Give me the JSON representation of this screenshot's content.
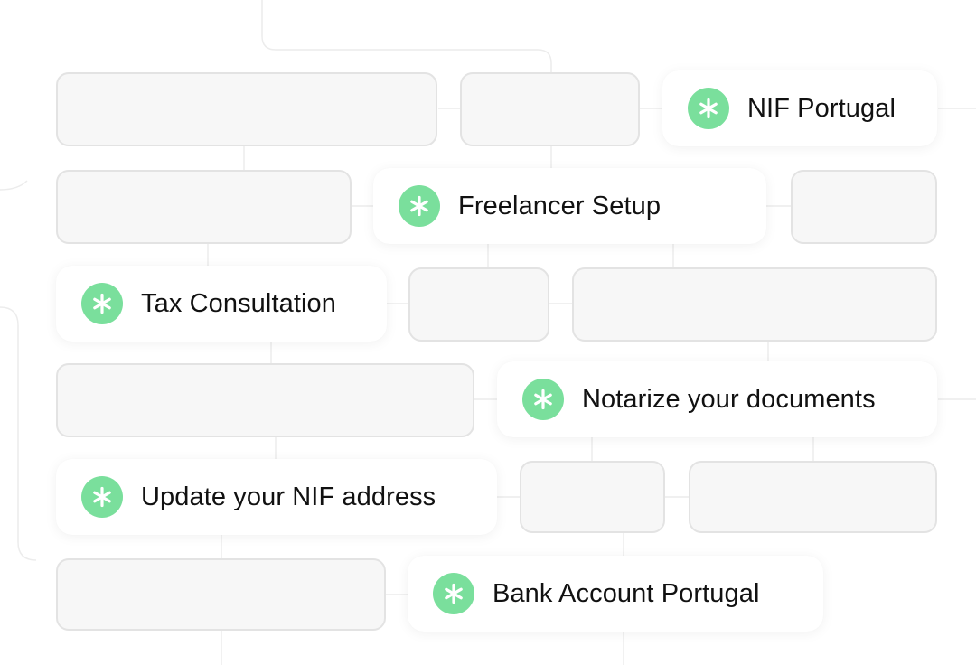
{
  "colors": {
    "badge": "#7adf9c",
    "placeholder_fill": "#f7f7f7",
    "placeholder_border": "#e3e3e3",
    "text": "#111111"
  },
  "badge_icon": "asterisk-icon",
  "services": [
    {
      "label": "NIF Portugal"
    },
    {
      "label": "Freelancer Setup"
    },
    {
      "label": "Tax Consultation"
    },
    {
      "label": "Notarize your documents"
    },
    {
      "label": "Update your NIF address"
    },
    {
      "label": "Bank Account Portugal"
    }
  ]
}
